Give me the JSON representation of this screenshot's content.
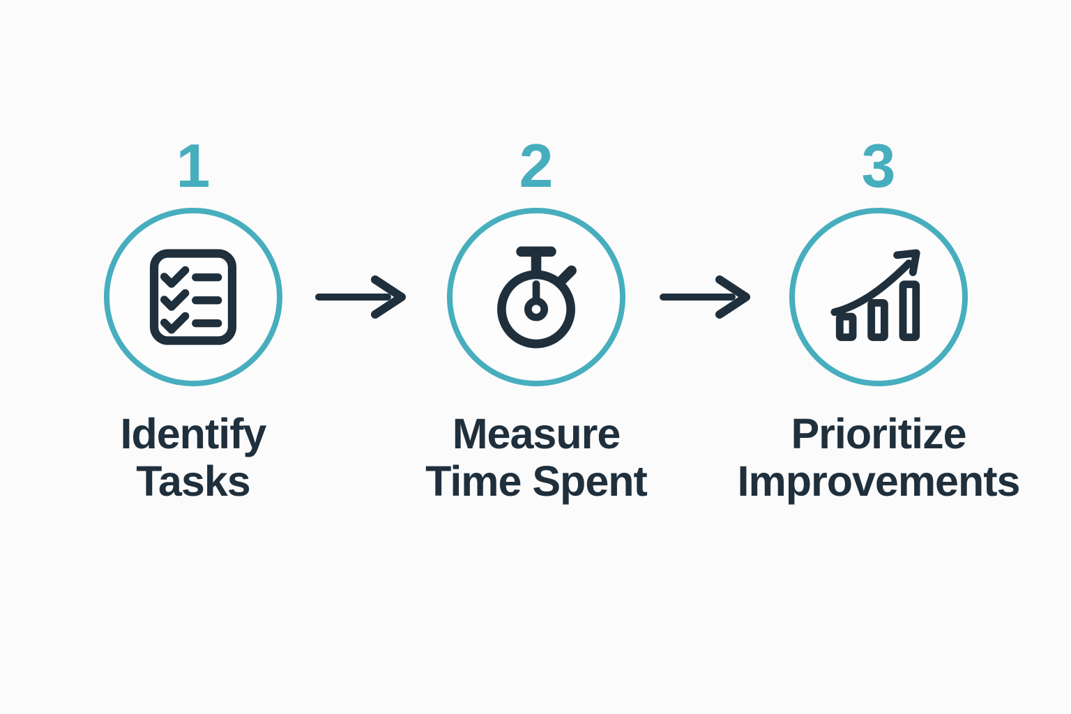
{
  "diagram": {
    "type": "process-flow",
    "colors": {
      "accent_teal": "#47aebe",
      "ink_navy": "#1f2f3c",
      "background": "#fbfbfb"
    },
    "steps": [
      {
        "number": "1",
        "label": "Identify\nTasks",
        "icon": "checklist-icon"
      },
      {
        "number": "2",
        "label": "Measure\nTime Spent",
        "icon": "stopwatch-icon"
      },
      {
        "number": "3",
        "label": "Prioritize\nImprovements",
        "icon": "growth-chart-icon"
      }
    ],
    "connectors": [
      {
        "icon": "arrow-right-icon"
      },
      {
        "icon": "arrow-right-icon"
      }
    ]
  }
}
